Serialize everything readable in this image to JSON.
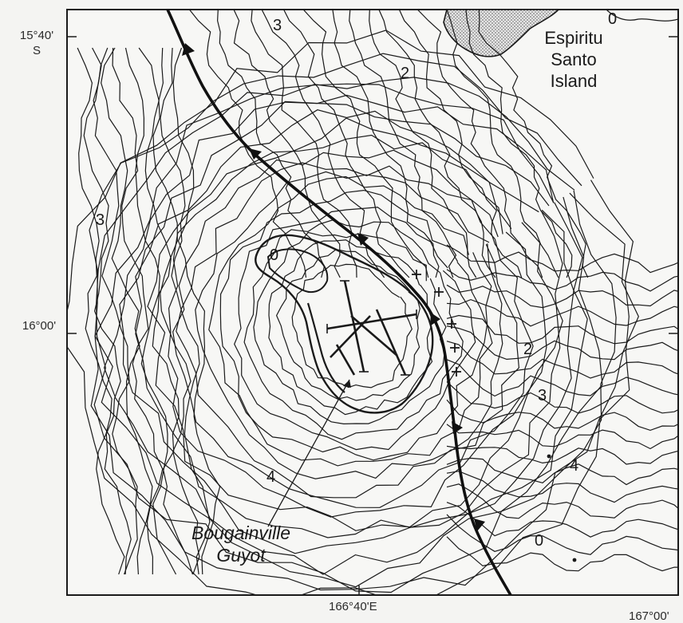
{
  "map": {
    "lat_top": "15°40'",
    "lat_top_hemisphere": "S",
    "lat_mid": "16°00'",
    "lon_mid": "166°40'E",
    "lon_right": "167°00'",
    "island_label": [
      "Espiritu",
      "Santo",
      "Island"
    ],
    "feature_label": [
      "Bougainville",
      "Guyot"
    ],
    "contour_labels": [
      "3",
      "2",
      "3",
      "0",
      "2",
      "3",
      "4",
      "4",
      "0",
      "0"
    ]
  }
}
